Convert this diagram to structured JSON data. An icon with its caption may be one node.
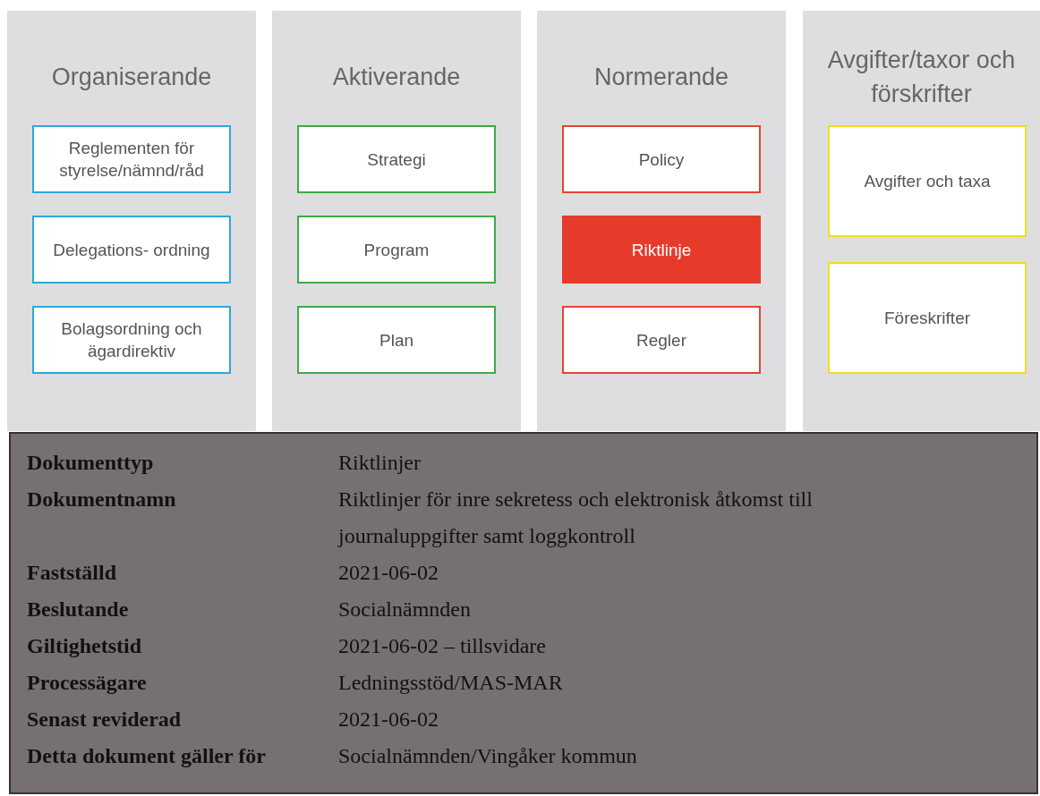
{
  "diagram": {
    "nodes": [
      {
        "text": [
          "Organiserande"
        ]
      },
      {
        "text": [
          "Reglementen för styrelse/nämnd/råd"
        ],
        "in": 0
      },
      {
        "text": [
          "Delegations- ordning"
        ],
        "in": 0
      },
      {
        "text": [
          "Bolagsordning och ägardirektiv"
        ],
        "in": 0
      },
      {
        "text": [
          "Aktiverande"
        ]
      },
      {
        "text": [
          "Strategi"
        ],
        "in": 4
      },
      {
        "text": [
          "Program"
        ],
        "in": 4
      },
      {
        "text": [
          "Plan"
        ],
        "in": 4
      },
      {
        "text": [
          "Normerande"
        ]
      },
      {
        "text": [
          "Policy"
        ],
        "in": 8
      },
      {
        "text": [
          "Riktlinje"
        ],
        "in": 8
      },
      {
        "text": [
          "Regler"
        ],
        "in": 8
      },
      {
        "text": [
          "Avgifter/taxor och förskrifter"
        ]
      },
      {
        "text": [
          "Avgifter och taxa"
        ],
        "in": 12
      },
      {
        "text": [
          "Föreskrifter"
        ],
        "in": 12
      }
    ],
    "labels": [
      "Dokumenttyp",
      "Riktlinjer",
      "Dokumentnamn",
      "Riktlinjer för inre sekretess och elektronisk åtkomst till journaluppgifter samt loggkontroll",
      "Fastställd",
      "2021-06-02",
      "Beslutande",
      "Socialnämnden",
      "Giltighetstid",
      "2021-06-02 – tillsvidare",
      "Processägare",
      "Ledningsstöd/MAS-MAR",
      "Senast reviderad",
      "2021-06-02",
      "Detta dokument gäller för",
      "Socialnämnden/Vingåker kommun"
    ]
  }
}
